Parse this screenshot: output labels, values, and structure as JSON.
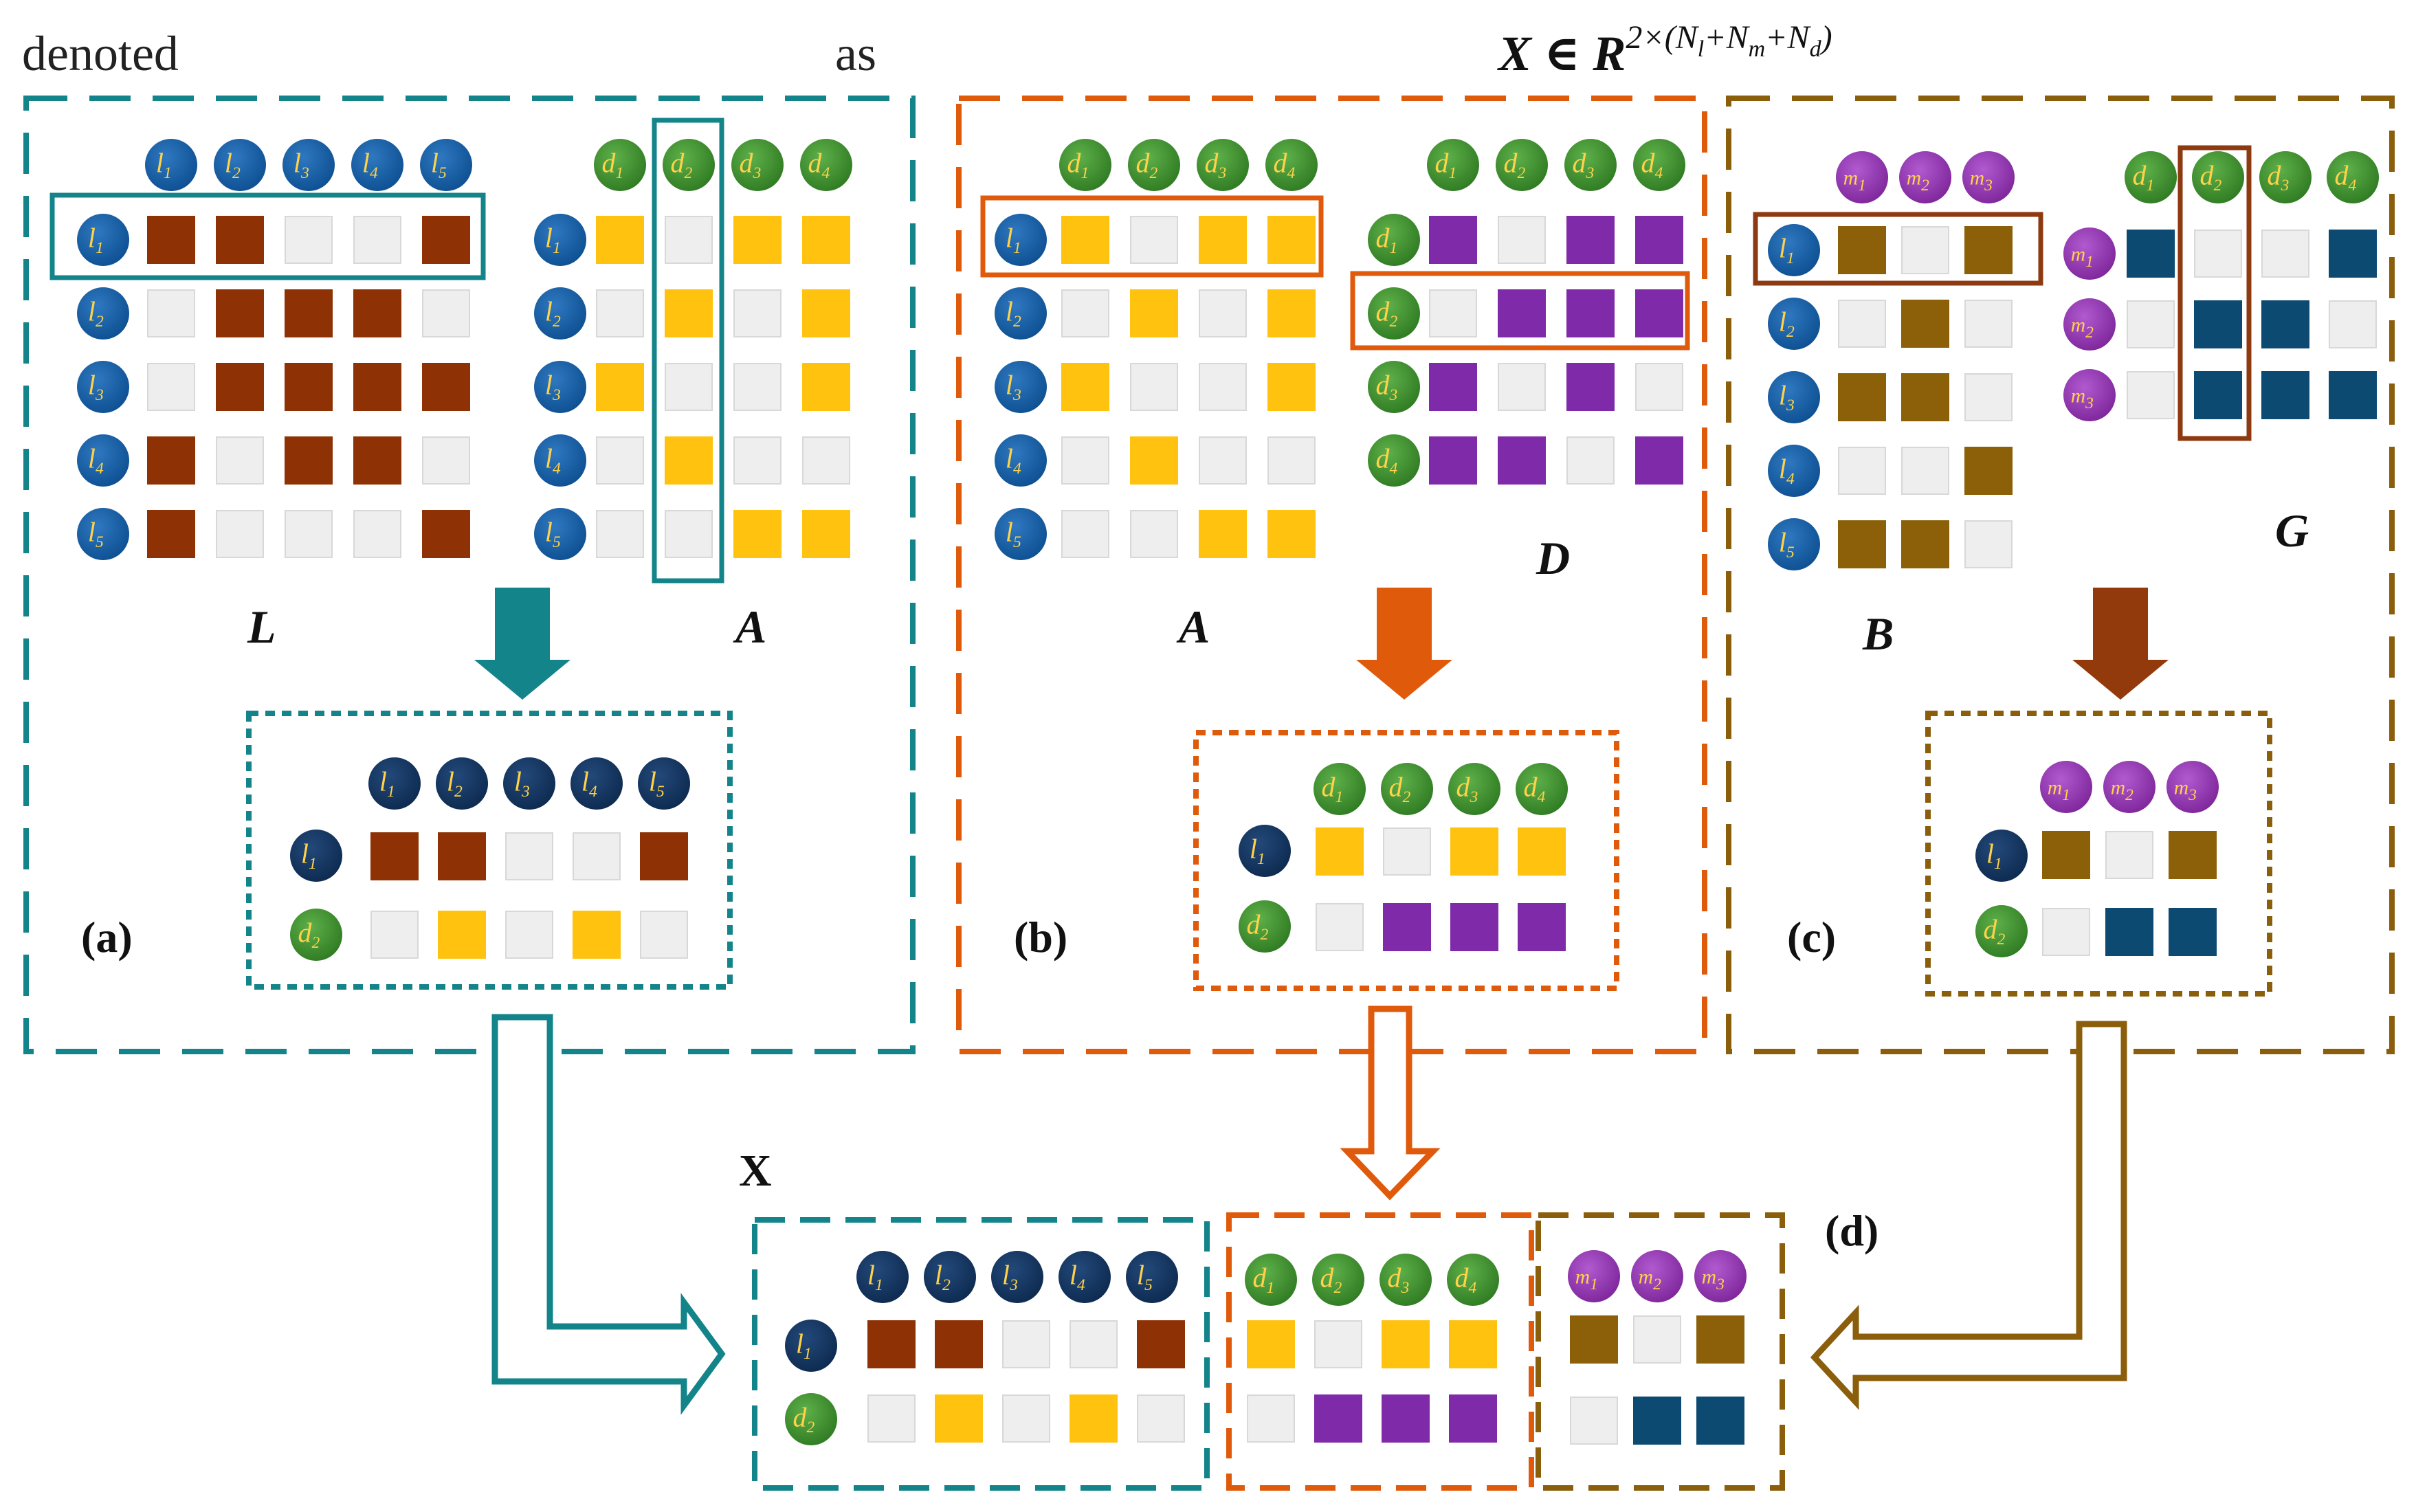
{
  "caption": {
    "left": "denoted",
    "middle": "as",
    "formula_base": "X ∈ R",
    "formula_sup": "2×(N",
    "formula_sub_l": "l",
    "formula_plus1": "+N",
    "formula_sub_m": "m",
    "formula_plus2": "+N",
    "formula_sub_d": "d",
    "formula_close": ")"
  },
  "panels": {
    "a": {
      "tag": "(a)",
      "matrix1_name": "L",
      "matrix2_name": "A"
    },
    "b": {
      "tag": "(b)",
      "matrix1_name": "A",
      "matrix2_name": "D"
    },
    "c": {
      "tag": "(c)",
      "matrix1_name": "B",
      "matrix2_name": "G"
    },
    "d": {
      "tag": "(d)",
      "title": "X"
    }
  },
  "nodes": {
    "l": [
      "1",
      "2",
      "3",
      "4",
      "5"
    ],
    "d": [
      "1",
      "2",
      "3",
      "4"
    ],
    "m": [
      "1",
      "2",
      "3"
    ]
  },
  "colors": {
    "teal": "#13848a",
    "orange": "#e05a0c",
    "olive": "#8b5e0c",
    "l_node": "#0d4f91",
    "l_node_dark": "#0d2a4f",
    "d_node": "#3a8a2a",
    "m_node": "#8a2fa6",
    "brown": "#8e3205",
    "yellow": "#ffc20e",
    "purple": "#7f2aa8",
    "olivecell": "#8b6008",
    "navy": "#0c4a72",
    "empty": "#eeeeee",
    "label": "#ffd24a"
  },
  "matrices": {
    "L": [
      [
        1,
        1,
        0,
        0,
        1
      ],
      [
        0,
        1,
        1,
        1,
        0
      ],
      [
        0,
        1,
        1,
        1,
        1
      ],
      [
        1,
        0,
        1,
        1,
        0
      ],
      [
        1,
        0,
        0,
        0,
        1
      ]
    ],
    "A": [
      [
        1,
        0,
        1,
        1
      ],
      [
        0,
        1,
        0,
        1
      ],
      [
        1,
        0,
        0,
        1
      ],
      [
        0,
        1,
        0,
        0
      ],
      [
        0,
        0,
        1,
        1
      ]
    ],
    "D": [
      [
        1,
        0,
        1,
        1
      ],
      [
        0,
        1,
        1,
        1
      ],
      [
        1,
        0,
        1,
        0
      ],
      [
        1,
        1,
        0,
        1
      ]
    ],
    "B": [
      [
        1,
        0,
        1
      ],
      [
        0,
        1,
        0
      ],
      [
        1,
        1,
        0
      ],
      [
        0,
        0,
        1
      ],
      [
        1,
        1,
        0
      ]
    ],
    "G": [
      [
        1,
        0,
        0,
        1
      ],
      [
        0,
        1,
        1,
        0
      ],
      [
        0,
        1,
        1,
        1
      ]
    ]
  }
}
